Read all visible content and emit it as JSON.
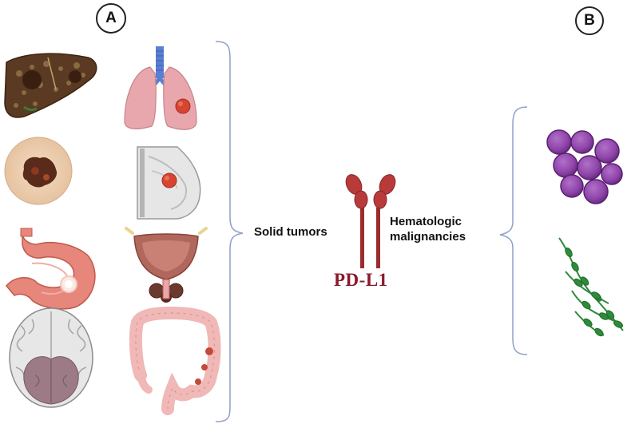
{
  "panels": {
    "a": "A",
    "b": "B"
  },
  "labels": {
    "solid_tumors": "Solid tumors",
    "hematologic_line1": "Hematologic",
    "hematologic_line2": "malignancies",
    "pdl1": "PD-L1"
  },
  "colors": {
    "bracket": "#8ea0c8",
    "receptor": "#b83a3a",
    "receptor_stem": "#9b2c2c",
    "pdl1_text": "#8b1a2b",
    "leukemia_cells": "#8e44a8",
    "lymphoma_cells": "#2e8b3a",
    "tumor": "#d64532"
  },
  "organs": [
    {
      "name": "liver-icon"
    },
    {
      "name": "lung-icon"
    },
    {
      "name": "skin-melanoma-icon"
    },
    {
      "name": "breast-icon"
    },
    {
      "name": "stomach-icon"
    },
    {
      "name": "bladder-prostate-icon"
    },
    {
      "name": "brain-icon"
    },
    {
      "name": "colon-icon"
    }
  ]
}
